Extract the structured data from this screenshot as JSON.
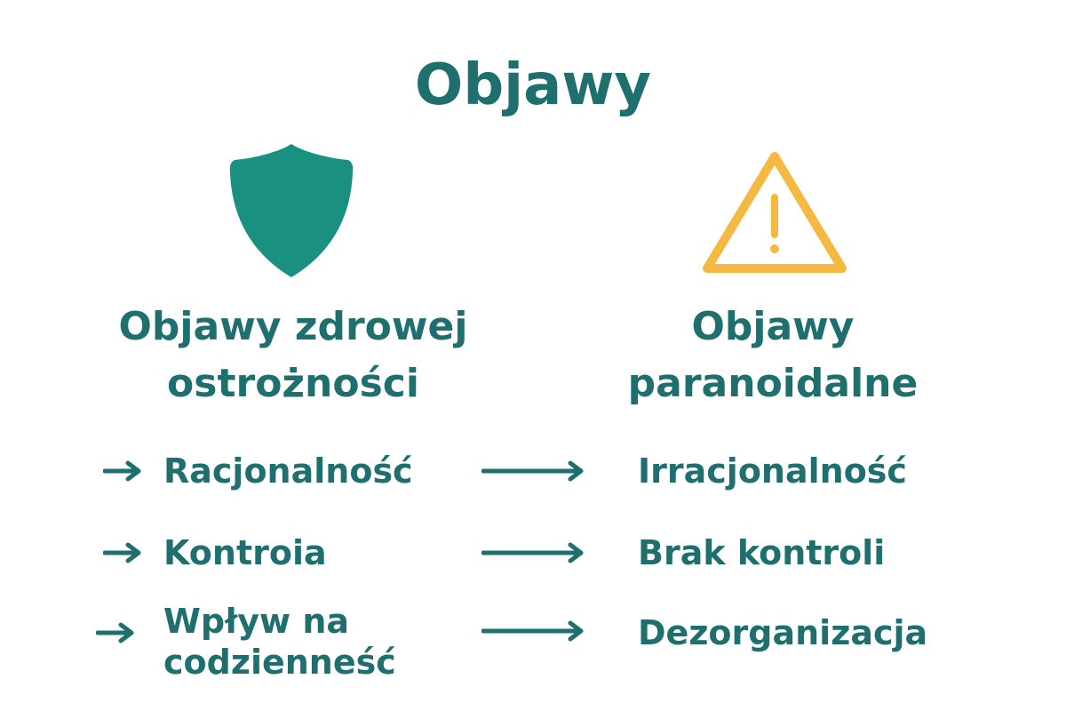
{
  "title": "Objawy",
  "colors": {
    "teal": "#1f6f6e",
    "shield": "#1a9080",
    "warning": "#f5b942"
  },
  "left_column": {
    "icon": "shield-icon",
    "heading": [
      "Objawy zdrowej",
      "ostrożności"
    ],
    "items": [
      {
        "lines": [
          "Racjonalność"
        ]
      },
      {
        "lines": [
          "Kontroia"
        ]
      },
      {
        "lines": [
          "Wpływ na",
          "codzienneść"
        ]
      }
    ]
  },
  "right_column": {
    "icon": "warning-icon",
    "heading": [
      "Objawy",
      "paranoidalne"
    ],
    "items": [
      {
        "lines": [
          "Irracjonalność"
        ]
      },
      {
        "lines": [
          "Brak kontroli"
        ]
      },
      {
        "lines": [
          "Dezorganizacja"
        ]
      }
    ]
  }
}
